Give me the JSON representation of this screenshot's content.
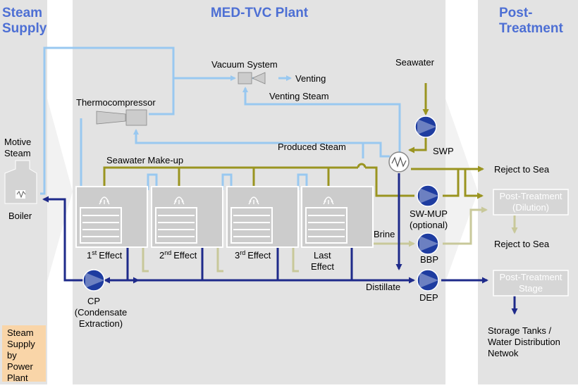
{
  "sections": {
    "steam_supply": [
      "Steam",
      "Supply"
    ],
    "med_tvc": "MED-TVC Plant",
    "post_treatment": [
      "Post-",
      "Treatment"
    ]
  },
  "components": {
    "vacuum_system": "Vacuum System",
    "venting": "Venting",
    "venting_steam": "Venting Steam",
    "thermocompressor": "Thermocompressor",
    "motive_steam": [
      "Motive",
      "Steam"
    ],
    "boiler": "Boiler",
    "seawater_makeup": "Seawater Make-up",
    "produced_steam": "Produced Steam",
    "seawater": "Seawater",
    "swp": "SWP",
    "reject_to_sea_1": "Reject to Sea",
    "post_treatment_dilution": [
      "Post-Treatment",
      "(Dilution)"
    ],
    "sw_mup": [
      "SW-MUP",
      "(optional)"
    ],
    "reject_to_sea_2": "Reject to Sea",
    "brine": "Brine",
    "bbp": "BBP",
    "distillate": "Distillate",
    "dep": "DEP",
    "post_treatment_stage": [
      "Post-Treatment",
      "Stage"
    ],
    "storage": [
      "Storage Tanks /",
      "Water Distribution",
      "Netwok"
    ],
    "cp": [
      "CP",
      "(Condensate",
      "Extraction)"
    ],
    "steam_supply_by_power_plant": [
      "Steam",
      "Supply",
      "by",
      "Power",
      "Plant"
    ]
  },
  "effects": [
    {
      "num": "1",
      "sup": "st",
      "word": "Effect"
    },
    {
      "num": "2",
      "sup": "nd",
      "word": "Effect"
    },
    {
      "num": "3",
      "sup": "rd",
      "word": "Effect"
    },
    {
      "num": "",
      "sup": "",
      "word": "Last",
      "word2": "Effect"
    }
  ],
  "colors": {
    "steam_line": "#99c8f0",
    "seawater_line": "#9a9420",
    "brine_line": "#c8c89a",
    "distillate_line": "#1e2a8a",
    "pump_fill": "#1e3ca0",
    "header_text": "#4d6fd4",
    "panel_gray": "#e3e3e3",
    "effect_fill": "#cccccc",
    "post_box_fill": "#d6d6d6",
    "power_plant_fill": "#f9d5a8"
  }
}
